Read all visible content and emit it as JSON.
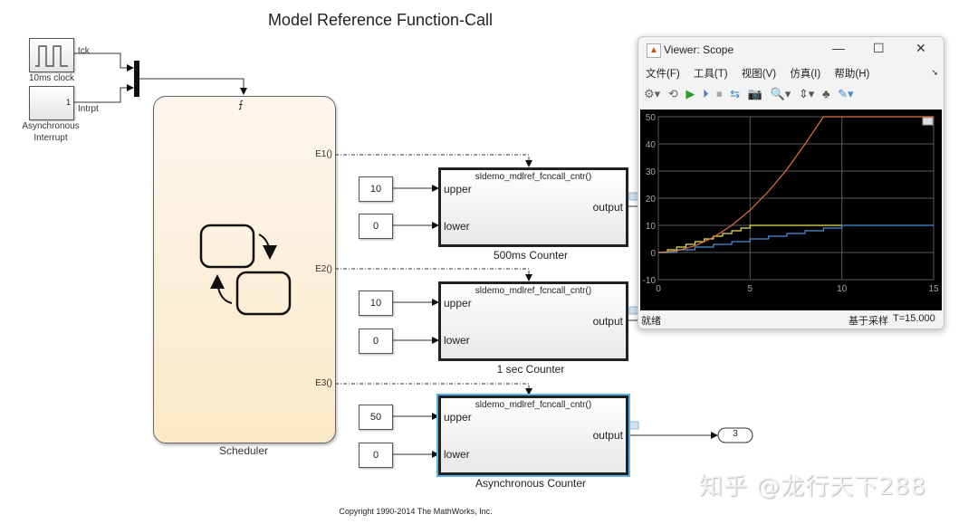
{
  "diagram": {
    "title": "Model Reference Function-Call",
    "copyright": "Copyright 1990-2014 The MathWorks, Inc.",
    "sources": [
      {
        "name": "10ms clock",
        "signal": "tck",
        "icon": "pulse-generator-icon"
      },
      {
        "name_lines": [
          "Asynchronous",
          "Interrupt"
        ],
        "port_number": "1",
        "signal": "Intrpt"
      }
    ],
    "scheduler": {
      "name": "Scheduler",
      "trigger_icon": "rising-edge-trigger-icon",
      "events": [
        "E1()",
        "E2()",
        "E3()"
      ]
    },
    "counters": [
      {
        "name": "500ms Counter",
        "model": "sldemo_mdlref_fcncall_cntr()",
        "upper_label": "upper",
        "lower_label": "lower",
        "output_label": "output",
        "upper_value": "10",
        "lower_value": "0",
        "selected": false
      },
      {
        "name": "1 sec Counter",
        "model": "sldemo_mdlref_fcncall_cntr()",
        "upper_label": "upper",
        "lower_label": "lower",
        "output_label": "output",
        "upper_value": "10",
        "lower_value": "0",
        "selected": false
      },
      {
        "name": "Asynchronous Counter",
        "model": "sldemo_mdlref_fcncall_cntr()",
        "upper_label": "upper",
        "lower_label": "lower",
        "output_label": "output",
        "upper_value": "50",
        "lower_value": "0",
        "selected": true
      }
    ],
    "outport": "3"
  },
  "scope": {
    "title": "Viewer: Scope",
    "window_buttons": {
      "minimize": "—",
      "maximize": "☐",
      "close": "✕"
    },
    "menu": [
      "文件(F)",
      "工具(T)",
      "视图(V)",
      "仿真(I)",
      "帮助(H)"
    ],
    "status_left": "就绪",
    "status_mode": "基于采样",
    "status_time": "T=15.000"
  },
  "watermark": "知乎 @龙行天下288",
  "chart_data": {
    "type": "line",
    "title": "",
    "xlabel": "",
    "ylabel": "",
    "xlim": [
      0,
      15
    ],
    "ylim": [
      -10,
      50
    ],
    "xticks": [
      0,
      5,
      10,
      15
    ],
    "yticks": [
      -10,
      0,
      10,
      20,
      30,
      40,
      50
    ],
    "grid": true,
    "series": [
      {
        "name": "500ms Counter",
        "color": "#e6e64c",
        "x": [
          0,
          0.5,
          1.0,
          1.5,
          2.0,
          2.5,
          3.0,
          3.5,
          4.0,
          4.5,
          5.0,
          10.0
        ],
        "y": [
          0,
          1,
          2,
          3,
          4,
          5,
          6,
          7,
          8,
          9,
          10,
          10
        ],
        "step": true
      },
      {
        "name": "1 sec Counter",
        "color": "#4a90d9",
        "x": [
          0,
          1,
          2,
          3,
          4,
          5,
          6,
          7,
          8,
          9,
          10,
          15
        ],
        "y": [
          0,
          1,
          2,
          3,
          4,
          5,
          6,
          7,
          8,
          9,
          10,
          10
        ],
        "step": true
      },
      {
        "name": "Asynchronous Counter",
        "color": "#e07040",
        "x": [
          0,
          1,
          2,
          3,
          4,
          5,
          6,
          7,
          8,
          9,
          15
        ],
        "y": [
          0,
          0.6,
          2.5,
          5.6,
          10,
          15.6,
          22.5,
          30.6,
          40,
          50,
          50
        ],
        "step": false
      }
    ]
  }
}
